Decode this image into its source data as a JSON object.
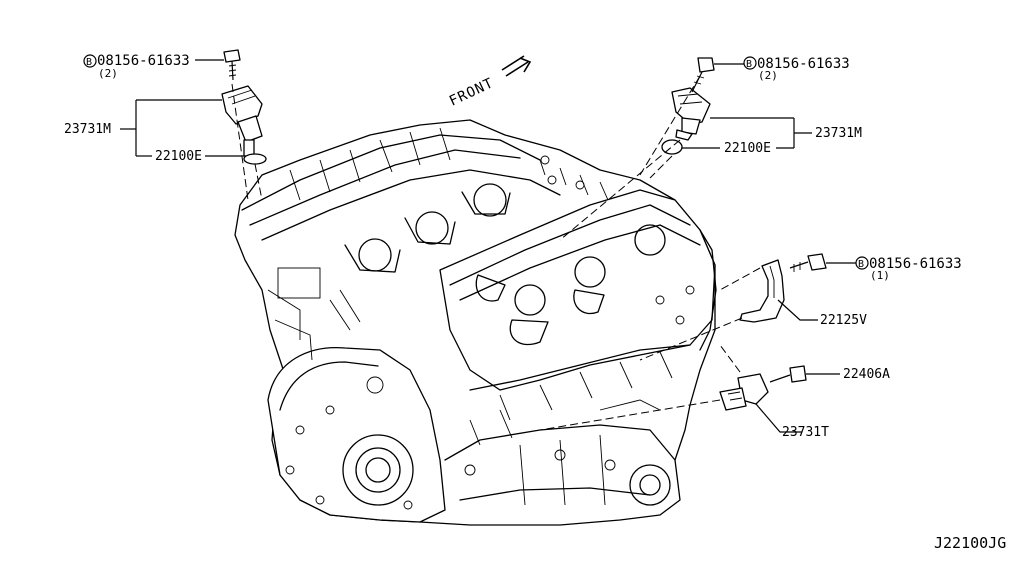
{
  "diagram": {
    "diagram_code": "J22100JG",
    "front_label": "FRONT",
    "parts": {
      "bolt_a": {
        "code": "08156-61633",
        "qty": "(2)",
        "prefix_icon": "B"
      },
      "bolt_b": {
        "code": "08156-61633",
        "qty": "(2)",
        "prefix_icon": "B"
      },
      "bolt_c": {
        "code": "08156-61633",
        "qty": "(1)",
        "prefix_icon": "B"
      },
      "sensor_left": "23731M",
      "oring_left": "22100E",
      "sensor_right": "23731M",
      "oring_right": "22100E",
      "bracket": "22125V",
      "bolt_d": "22406A",
      "sensor_crank": "23731T"
    }
  }
}
